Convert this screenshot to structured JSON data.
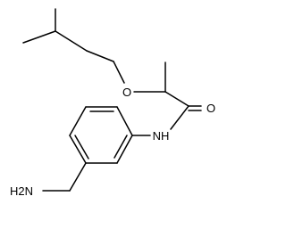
{
  "molecule": {
    "atoms": {
      "O_ether": "O",
      "O_carbonyl": "O",
      "N_amide": "NH",
      "N_amine": "H2N"
    },
    "colors": {
      "bond": "#000000",
      "label": "#000000",
      "background": "#ffffff"
    }
  }
}
